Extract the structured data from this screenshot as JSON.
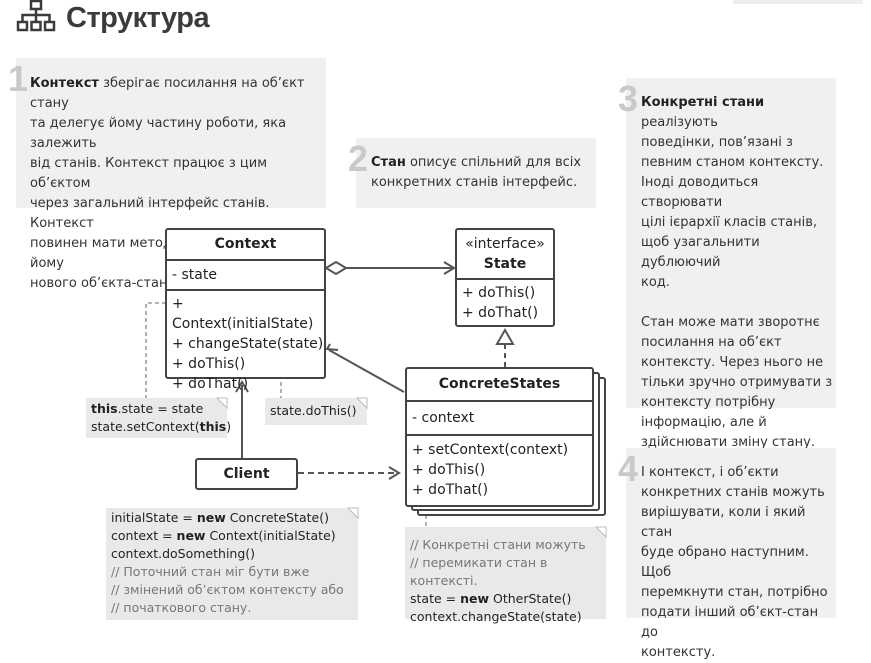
{
  "title": "Структура",
  "icons": {
    "title_icon": "hierarchy-icon"
  },
  "notes": {
    "n1": {
      "number": "1",
      "bold": "Контекст",
      "lines": [
        " зберігає посилання на об’єкт стану",
        "та делегує йому частину роботи, яка залежить",
        "від станів. Контекст працює з цим об’єктом",
        "через загальний інтерфейс станів. Контекст",
        "повинен мати метод для присвоєння йому",
        "нового об’єкта-стану."
      ]
    },
    "n2": {
      "number": "2",
      "bold": "Стан",
      "lines": [
        " описує спільний для всіх",
        "конкретних станів інтерфейс."
      ]
    },
    "n3": {
      "number": "3",
      "bold": "Конкретні стани",
      "lines": [
        " реалізують",
        "поведінки, пов’язані з",
        "певним станом контексту.",
        "Іноді доводиться створювати",
        "цілі ієрархії класів станів,",
        "щоб узагальнити дублюючий",
        "код.",
        "",
        "Стан може мати зворотнє",
        "посилання на об’єкт",
        "контексту. Через нього не",
        "тільки зручно отримувати з",
        "контексту потрібну",
        "інформацію, але й",
        "здійснювати зміну стану."
      ]
    },
    "n4": {
      "number": "4",
      "lines": [
        "І контекст, і об’єкти",
        "конкретних станів можуть",
        "вирішувати, коли і який стан",
        "буде обрано наступним. Щоб",
        "перемкнути стан, потрібно",
        "подати інший об’єкт-стан до",
        "контексту."
      ]
    }
  },
  "classes": {
    "context": {
      "name": "Context",
      "fields": [
        "- state"
      ],
      "methods": [
        "+ Context(initialState)",
        "+ changeState(state)",
        "+ doThis()",
        "+ doThat()"
      ]
    },
    "state": {
      "stereotype": "«interface»",
      "name": "State",
      "methods": [
        "+ doThis()",
        "+ doThat()"
      ]
    },
    "concrete": {
      "name": "ConcreteStates",
      "fields": [
        "- context"
      ],
      "methods": [
        "+ setContext(context)",
        "+ doThis()",
        "+ doThat()"
      ]
    },
    "client": {
      "name": "Client"
    }
  },
  "code": {
    "ctx_state": {
      "l1_bold": "this",
      "l1_rest": ".state = state",
      "l2_a": "state.setContext(",
      "l2_bold": "this",
      "l2_b": ")"
    },
    "dothis": {
      "text": "state.doThis()"
    },
    "client": {
      "l1_a": "initialState = ",
      "l1_kw": "new",
      "l1_b": " ConcreteState()",
      "l2_a": "context = ",
      "l2_kw": "new",
      "l2_b": " Context(initialState)",
      "l3": "context.doSomething()",
      "c1": "// Поточний стан міг бути вже",
      "c2": "// змінений об’єктом контексту або",
      "c3": "// початкового стану."
    },
    "concrete": {
      "c1": "// Конкретні стани можуть",
      "c2": "// перемикати стан в контексті.",
      "l1_a": "state = ",
      "l1_kw": "new",
      "l1_b": " OtherState()",
      "l2": "context.changeState(state)"
    }
  }
}
